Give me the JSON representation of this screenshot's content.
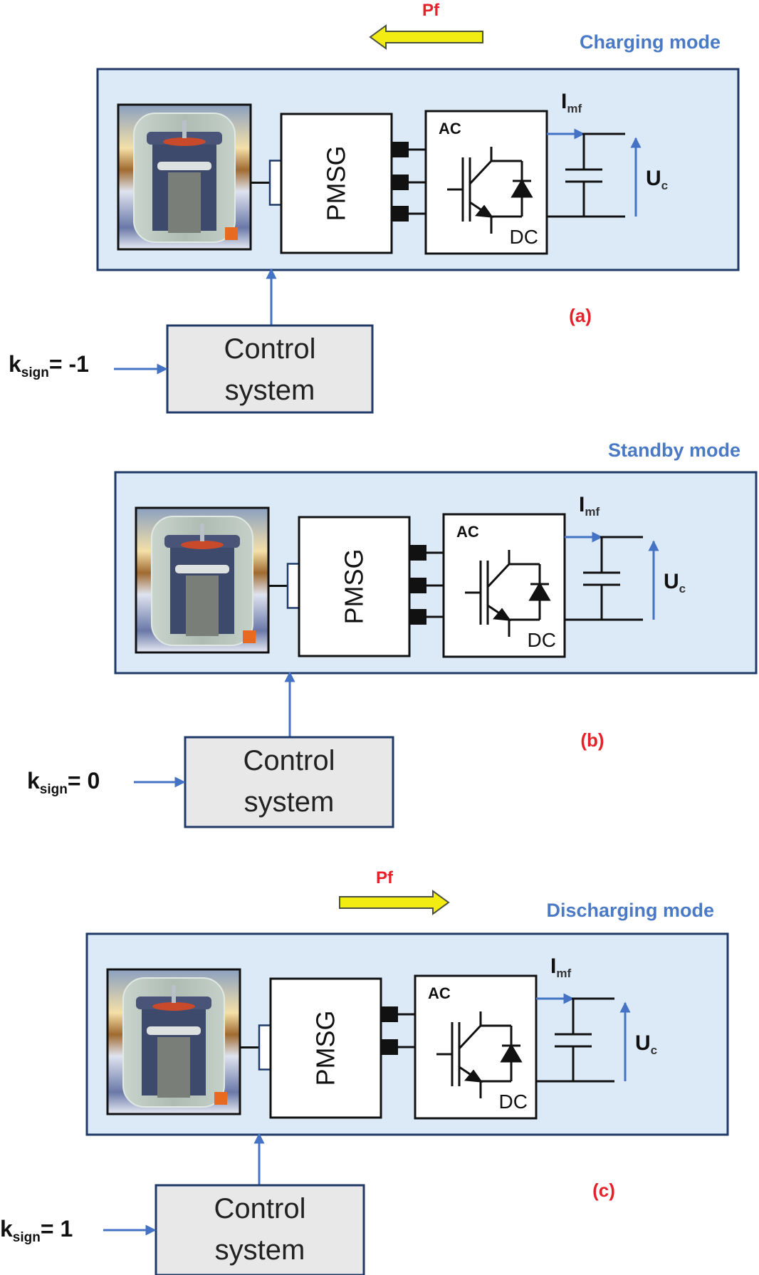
{
  "figure": {
    "colors": {
      "panel_fill": "#dce9f6",
      "panel_border": "#1f3a68",
      "mode_title": "#4a7ac6",
      "pf_label": "#e8202a",
      "power_arrow_fill": "#f2ec12",
      "signal_arrow": "#4472c4",
      "control_box_fill": "#e8e8e8"
    },
    "panels": [
      {
        "id": "a",
        "mode_title": "Charging mode",
        "panel_label": "(a)",
        "power_flow": {
          "label": "Pf",
          "direction": "left"
        },
        "generator_label": "PMSG",
        "converter_ac_label": "AC",
        "converter_dc_label": "DC",
        "current_symbol": "I",
        "current_subscript": "mf",
        "voltage_symbol": "U",
        "voltage_subscript": "c",
        "phase_terminals": 3,
        "control_line1": "Control",
        "control_line2": "system",
        "k_symbol": "k",
        "k_subscript": "sign",
        "k_value": "= -1"
      },
      {
        "id": "b",
        "mode_title": "Standby mode",
        "panel_label": "(b)",
        "power_flow": null,
        "generator_label": "PMSG",
        "converter_ac_label": "AC",
        "converter_dc_label": "DC",
        "current_symbol": "I",
        "current_subscript": "mf",
        "voltage_symbol": "U",
        "voltage_subscript": "c",
        "phase_terminals": 3,
        "control_line1": "Control",
        "control_line2": "system",
        "k_symbol": "k",
        "k_subscript": "sign",
        "k_value": "= 0"
      },
      {
        "id": "c",
        "mode_title": "Discharging mode",
        "panel_label": "(c)",
        "power_flow": {
          "label": "Pf",
          "direction": "right"
        },
        "generator_label": "PMSG",
        "converter_ac_label": "AC",
        "converter_dc_label": "DC",
        "current_symbol": "I",
        "current_subscript": "mf",
        "voltage_symbol": "U",
        "voltage_subscript": "c",
        "phase_terminals": 2,
        "control_line1": "Control",
        "control_line2": "system",
        "k_symbol": "k",
        "k_subscript": "sign",
        "k_value": "= 1"
      }
    ]
  }
}
